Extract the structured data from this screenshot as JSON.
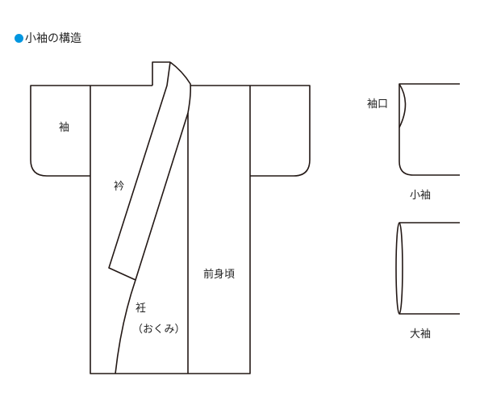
{
  "title": "小袖の構造",
  "accent_color": "#0096e0",
  "labels": {
    "sleeve": "袖",
    "collar": "衿",
    "front_body": "前身頃",
    "okumi": "衽",
    "okumi_reading": "（おくみ）",
    "sleeve_opening": "袖口",
    "kosode": "小袖",
    "osode": "大袖"
  }
}
